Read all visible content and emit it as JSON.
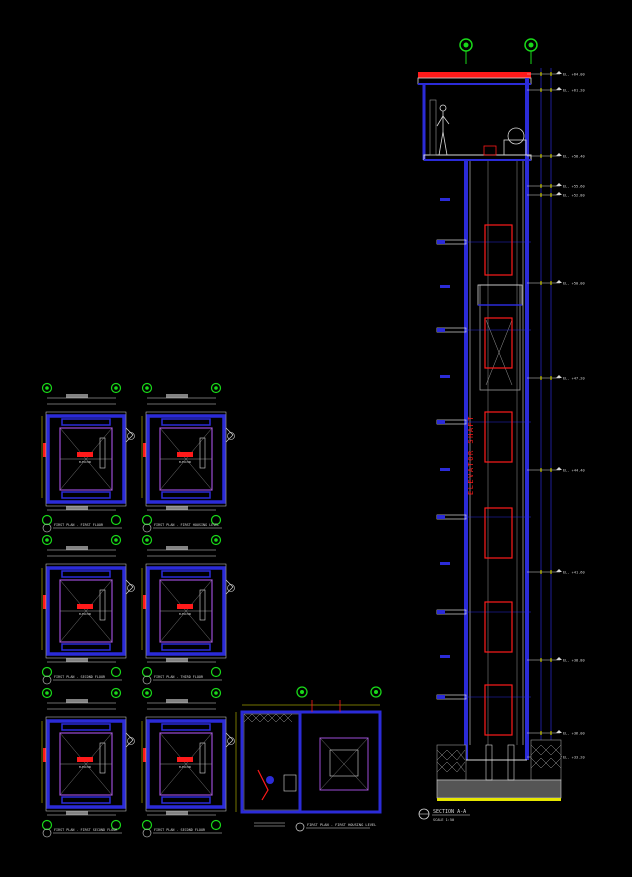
{
  "section": {
    "title": "SECTION A-A",
    "shaft_label": "ELEVATOR SHAFT",
    "scale": "SCALE 1:50"
  },
  "level_labels": [
    "EL. +64.00",
    "EL. +61.20",
    "EL. +58.40",
    "EL. +55.60",
    "EL. +52.80",
    "EL. +50.00",
    "EL. +47.20",
    "EL. +44.40",
    "EL. +41.60",
    "EL. +38.80",
    "EL. +36.00",
    "EL. +33.20"
  ],
  "plans": [
    {
      "title": "FIRST PLAN - FIRST FLOOR",
      "car_label": "ELEVATOR"
    },
    {
      "title": "FIRST PLAN - FIRST HOUSING LEVEL",
      "car_label": "ELEVATOR"
    },
    {
      "title": "FIRST PLAN - SECOND FLOOR",
      "car_label": "ELEVATOR"
    },
    {
      "title": "FIRST PLAN - THIRD FLOOR",
      "car_label": "ELEVATOR"
    },
    {
      "title": "FIRST PLAN - FIRST SECOND FLOOR",
      "car_label": "ELEVATOR"
    },
    {
      "title": "FIRST PLAN - SECOND FLOOR",
      "car_label": "ELEVATOR"
    },
    {
      "title": "FIRST PLAN - FIRST HOUSING LEVEL",
      "car_label": "ELEVATOR"
    }
  ],
  "colors": {
    "wall_blue": "#2b2bd8",
    "wall_red": "#ff1a1a",
    "grid_green": "#19d819",
    "dim_yellow": "#e6e600",
    "line_white": "#d8d8d8",
    "hatch_gray": "#9a9a9a",
    "purple": "#9b4bd6"
  }
}
